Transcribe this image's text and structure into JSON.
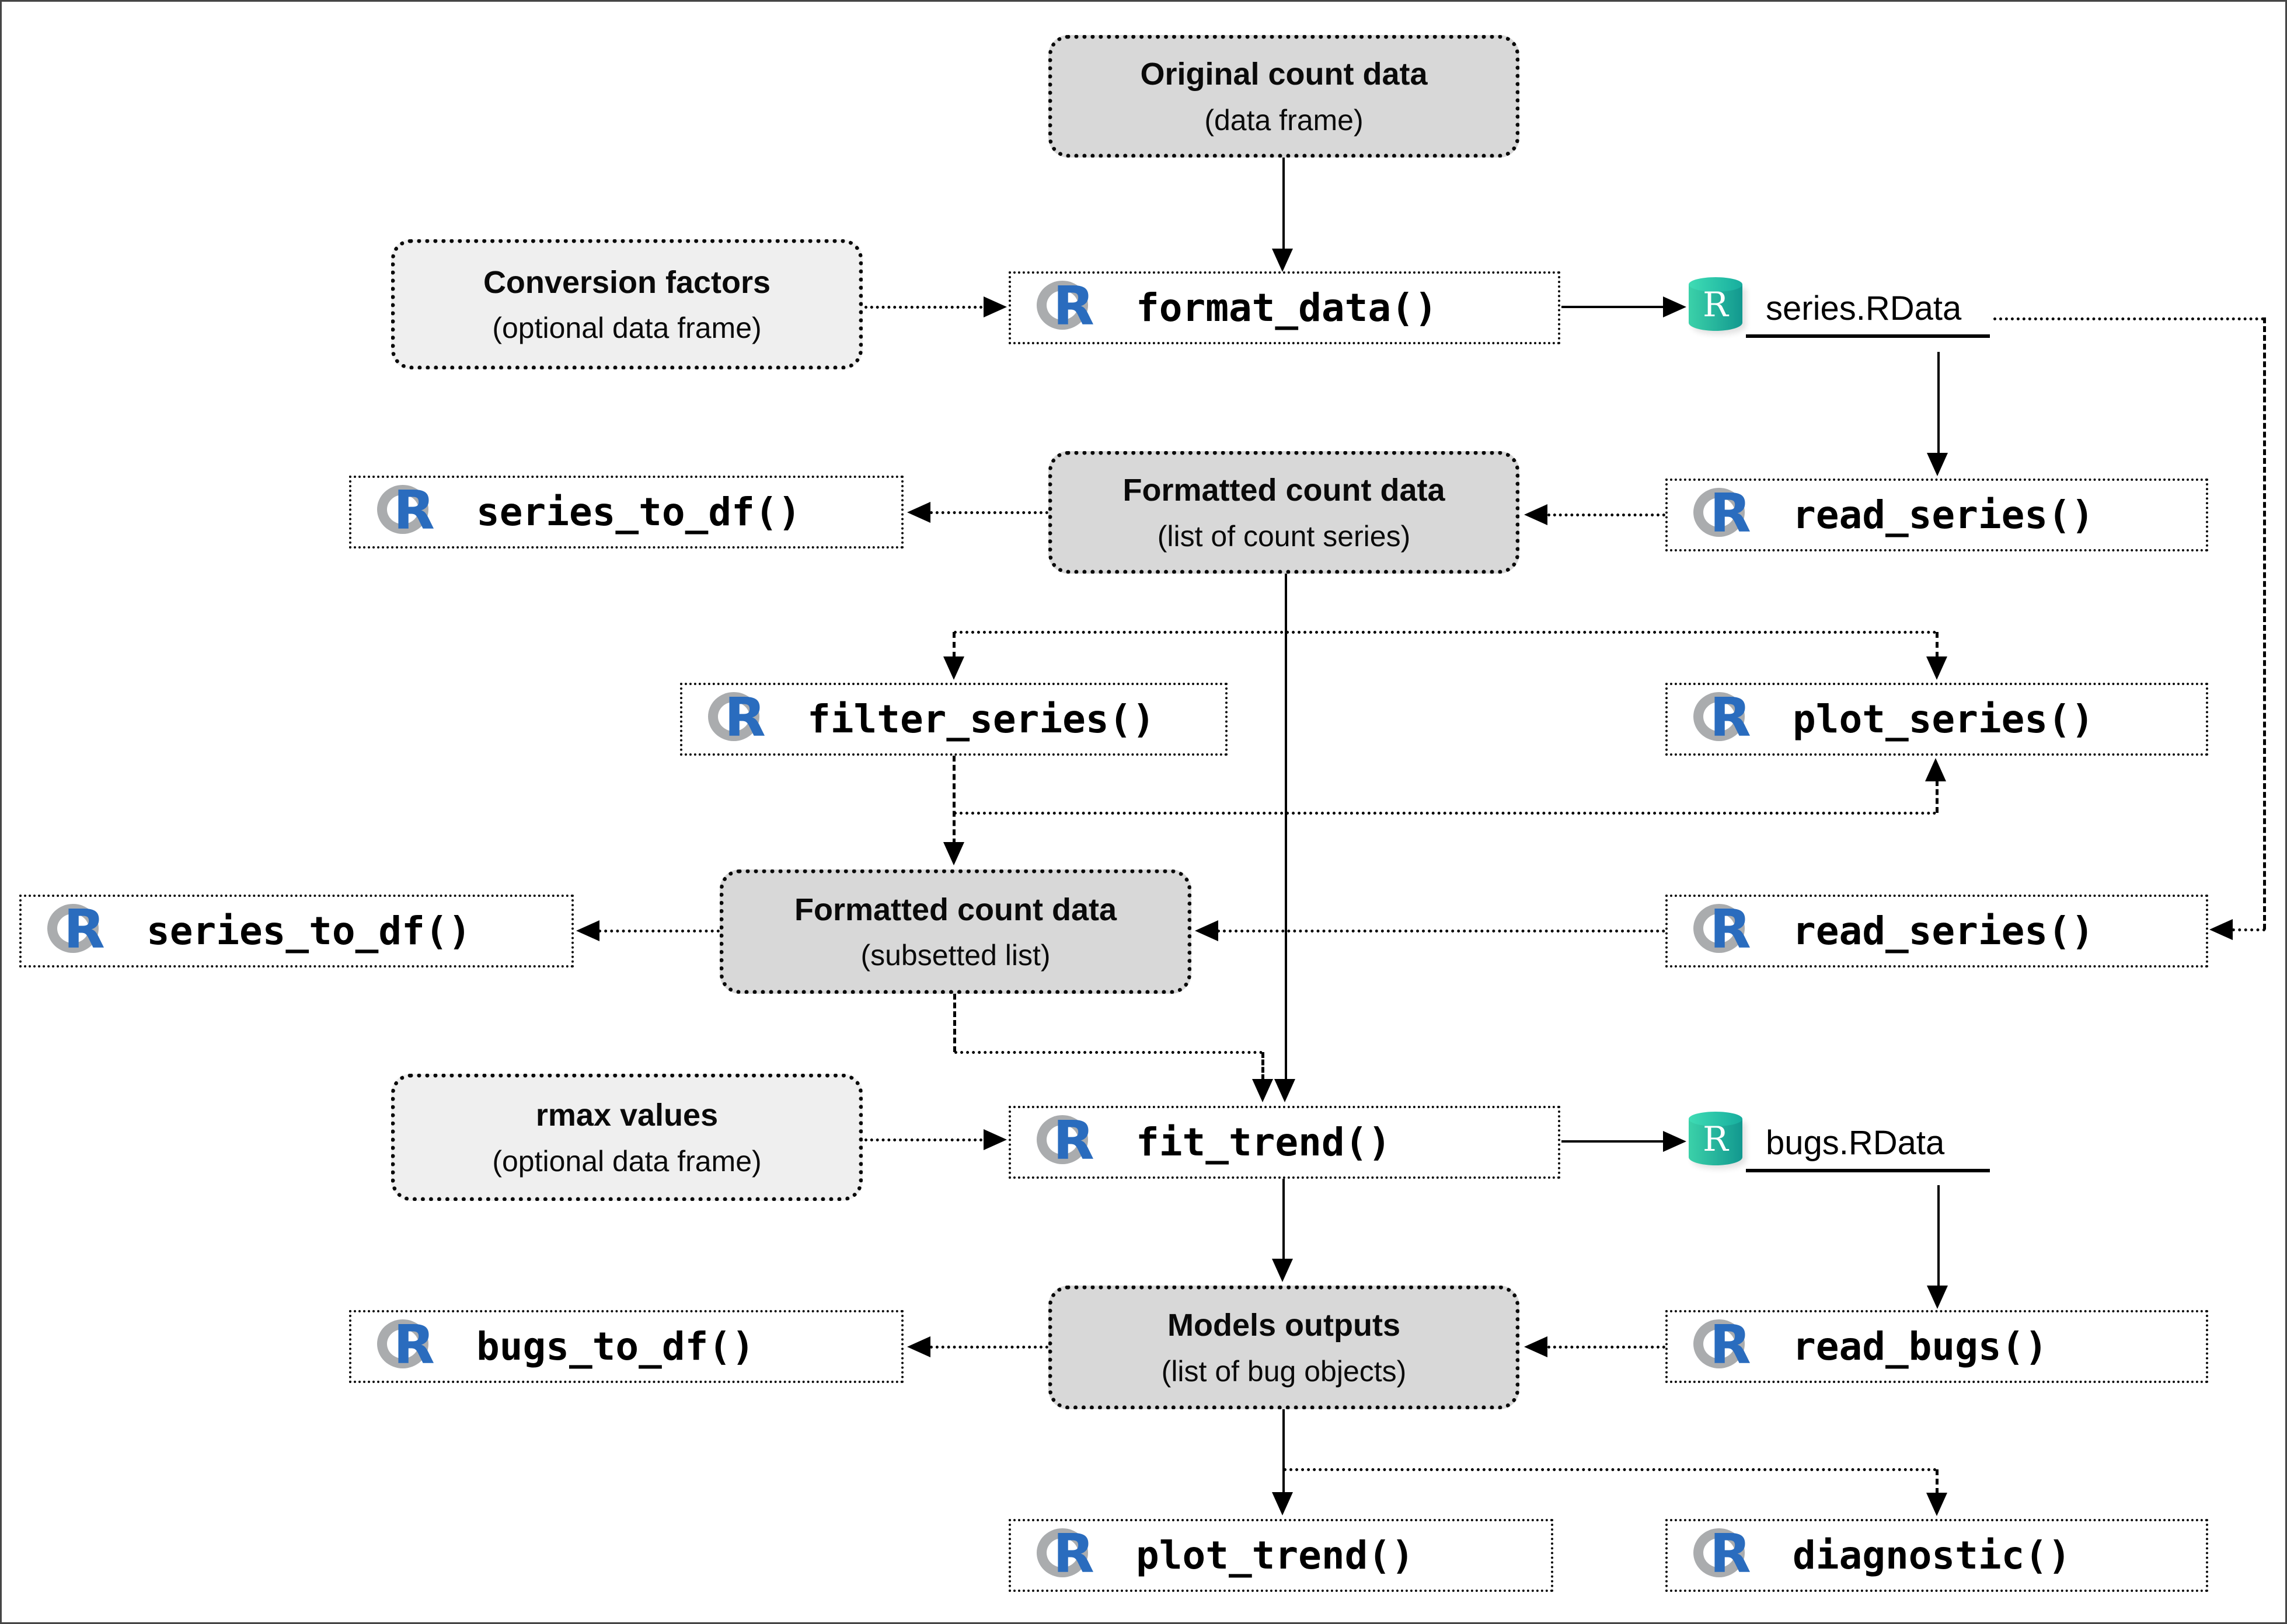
{
  "icons": {
    "r_letter": "R",
    "rdata_letter": "R"
  },
  "colors": {
    "data_node_fill": "#d8d8d8",
    "optional_node_fill": "#efefef",
    "function_node_fill": "#ffffff",
    "r_logo_blue": "#2a6cbe",
    "r_logo_ring_gray": "#aaacae",
    "rdata_teal_light": "#3bd1a9",
    "rdata_teal_dark": "#12988f",
    "line_color": "#000000"
  },
  "nodes": {
    "original": {
      "title": "Original count data",
      "subtitle": "(data frame)"
    },
    "conversion": {
      "title": "Conversion factors",
      "subtitle": "(optional data frame)"
    },
    "formatted": {
      "title": "Formatted count data",
      "subtitle": "(list of count series)"
    },
    "subsetted": {
      "title": "Formatted count data",
      "subtitle": "(subsetted list)"
    },
    "rmax": {
      "title": "rmax values",
      "subtitle": "(optional data frame)"
    },
    "models": {
      "title": "Models outputs",
      "subtitle": "(list of bug objects)"
    }
  },
  "functions": {
    "format_data": "format_data()",
    "series_to_df_1": "series_to_df()",
    "read_series_1": "read_series()",
    "filter_series": "filter_series()",
    "plot_series": "plot_series()",
    "series_to_df_2": "series_to_df()",
    "read_series_2": "read_series()",
    "fit_trend": "fit_trend()",
    "bugs_to_df": "bugs_to_df()",
    "read_bugs": "read_bugs()",
    "plot_trend": "plot_trend()",
    "diagnostic": "diagnostic()"
  },
  "files": {
    "series_rdata": "series.RData",
    "bugs_rdata": "bugs.RData"
  }
}
